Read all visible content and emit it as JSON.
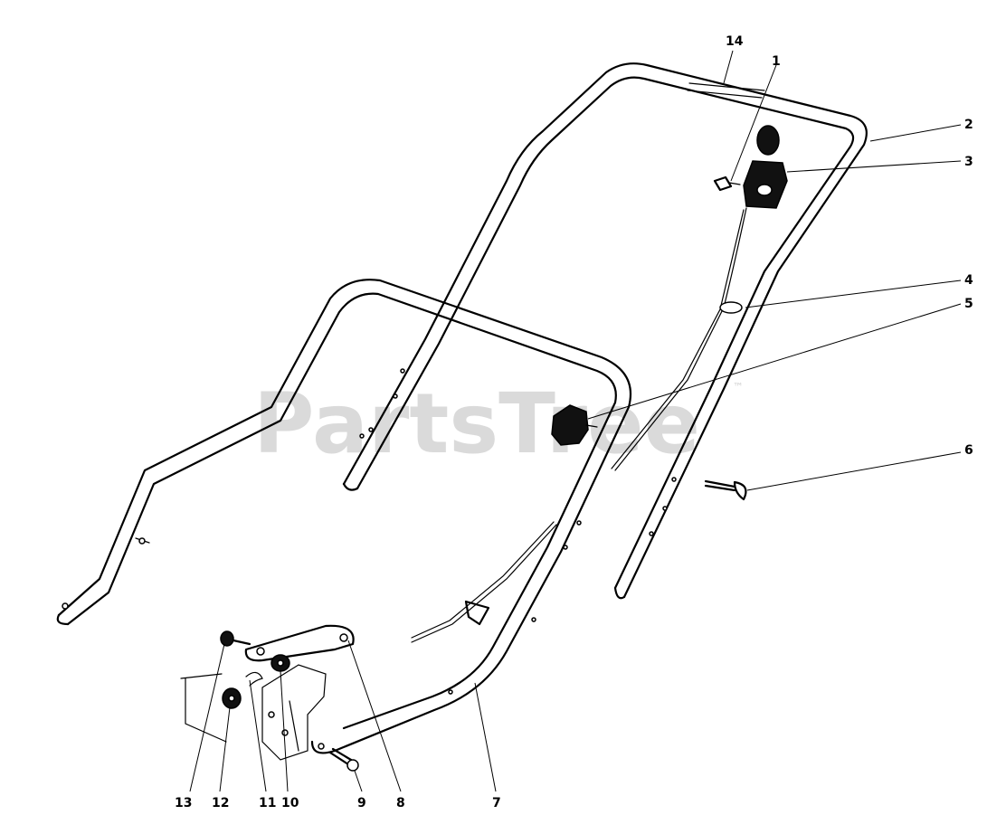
{
  "watermark": {
    "text": "PartsTree",
    "trademark": "™"
  },
  "callouts": [
    {
      "id": "14",
      "label": "14"
    },
    {
      "id": "1",
      "label": "1"
    },
    {
      "id": "2",
      "label": "2"
    },
    {
      "id": "3",
      "label": "3"
    },
    {
      "id": "4",
      "label": "4"
    },
    {
      "id": "5",
      "label": "5"
    },
    {
      "id": "6",
      "label": "6"
    },
    {
      "id": "13",
      "label": "13"
    },
    {
      "id": "12",
      "label": "12"
    },
    {
      "id": "11",
      "label": "11"
    },
    {
      "id": "10",
      "label": "10"
    },
    {
      "id": "9",
      "label": "9"
    },
    {
      "id": "8",
      "label": "8"
    },
    {
      "id": "7",
      "label": "7"
    }
  ]
}
